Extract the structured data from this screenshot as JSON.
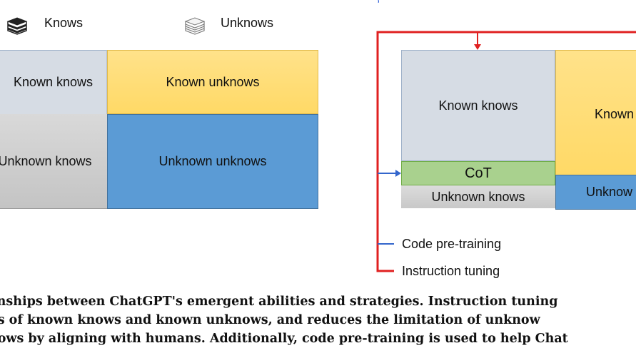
{
  "legend": {
    "knows_label": "Knows",
    "unknows_label": "Unknows",
    "knows_icon": "stacked-books-dark-icon",
    "unknows_icon": "stacked-books-light-icon"
  },
  "left_matrix": {
    "known_knows": "Known knows",
    "known_unknows": "Known unknows",
    "unknown_knows": "Unknown knows",
    "unknown_unknows": "Unknown unknows"
  },
  "right_diagram": {
    "known_knows": "Known knows",
    "cot": "CoT",
    "unknown_knows": "Unknown knows",
    "known_partial": "Known",
    "unknown_partial": "Unknow",
    "code_pretraining": "Code pre-training",
    "instruction_tuning": "Instruction tuning"
  },
  "colors": {
    "known_knows": "#d6dce4",
    "known_unknows": "#ffd966",
    "unknown_knows": "#d0d0d0",
    "unknown_unknows": "#5b9bd5",
    "cot": "#a9d18e",
    "instruction_tuning_line": "#e02020",
    "code_pretraining_line": "#3366cc"
  },
  "caption": {
    "line1": "onships between ChatGPT's emergent abilities and strategies. Instruction tuning",
    "line2": "ns of known knows and known unknows, and reduces the limitation of unknow",
    "line3": "nows by aligning with humans. Additionally, code pre-training is used to help Chat"
  }
}
